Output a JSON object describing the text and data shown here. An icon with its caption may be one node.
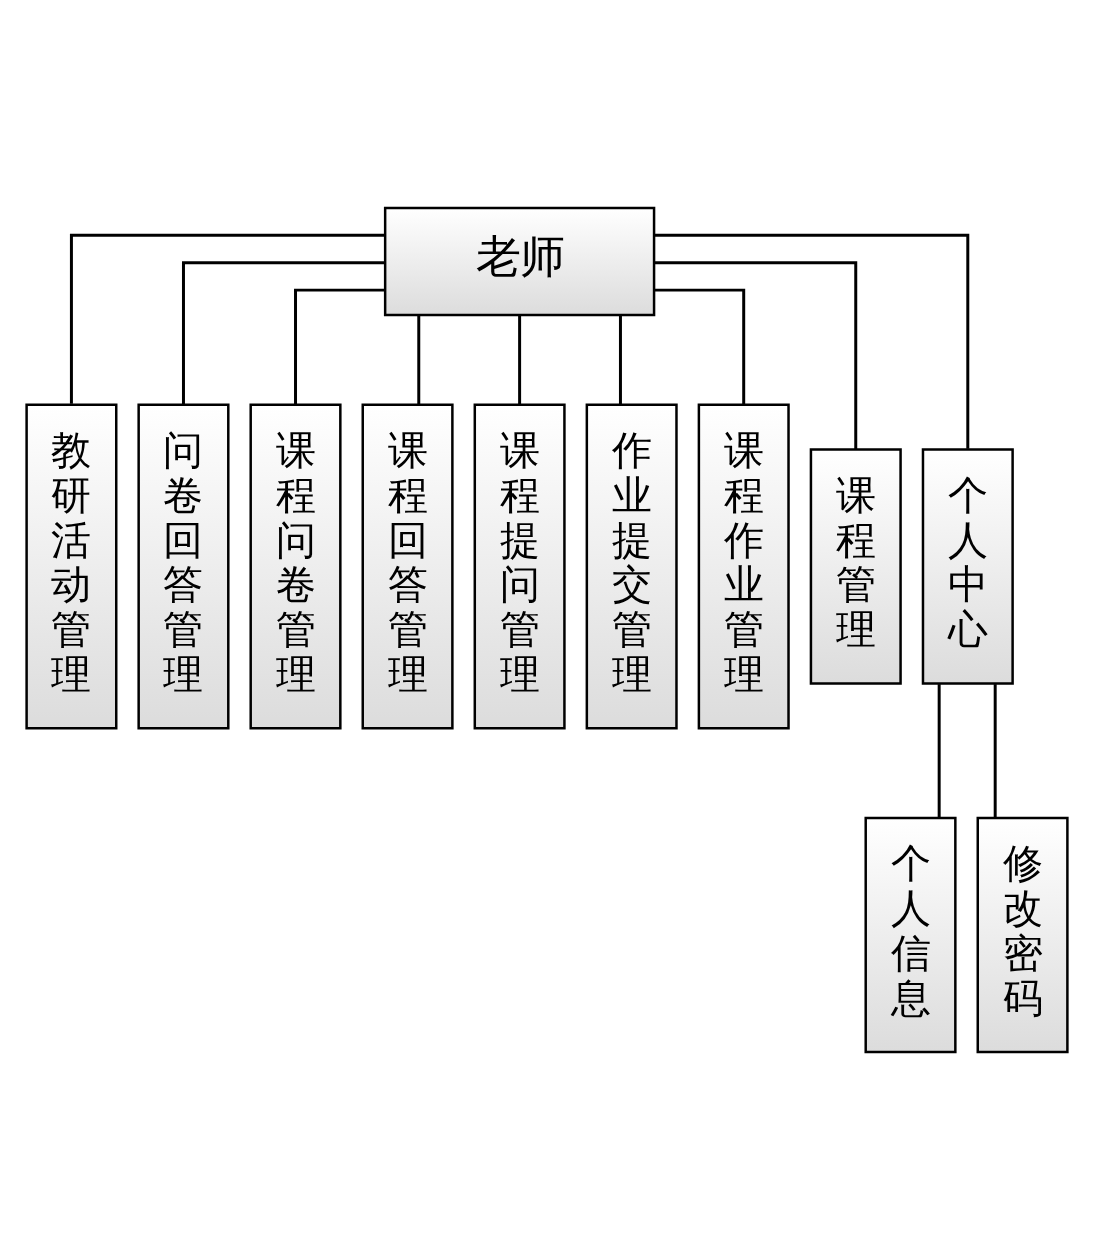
{
  "diagram": {
    "nodes": [
      {
        "text": [
          "老师"
        ]
      },
      {
        "text": [
          "教研活动管理"
        ]
      },
      {
        "text": [
          "问卷回答管理"
        ]
      },
      {
        "text": [
          "课程问卷管理"
        ]
      },
      {
        "text": [
          "课程回答管理"
        ]
      },
      {
        "text": [
          "课程提问管理"
        ]
      },
      {
        "text": [
          "作业提交管理"
        ]
      },
      {
        "text": [
          "课程作业管理"
        ]
      },
      {
        "text": [
          "课程管理"
        ]
      },
      {
        "text": [
          "个人中心"
        ]
      },
      {
        "text": [
          "个人信息"
        ]
      },
      {
        "text": [
          "修改密码"
        ]
      }
    ],
    "edges": [
      {
        "from": 0,
        "to": 1,
        "arrow": "none"
      },
      {
        "from": 0,
        "to": 2,
        "arrow": "none"
      },
      {
        "from": 0,
        "to": 3,
        "arrow": "none"
      },
      {
        "from": 0,
        "to": 4,
        "arrow": "none"
      },
      {
        "from": 0,
        "to": 5,
        "arrow": "none"
      },
      {
        "from": 0,
        "to": 6,
        "arrow": "none"
      },
      {
        "from": 0,
        "to": 7,
        "arrow": "none"
      },
      {
        "from": 0,
        "to": 8,
        "arrow": "none"
      },
      {
        "from": 0,
        "to": 9,
        "arrow": "none"
      },
      {
        "from": 9,
        "to": 10,
        "arrow": "none"
      },
      {
        "from": 9,
        "to": 11,
        "arrow": "none"
      }
    ]
  }
}
